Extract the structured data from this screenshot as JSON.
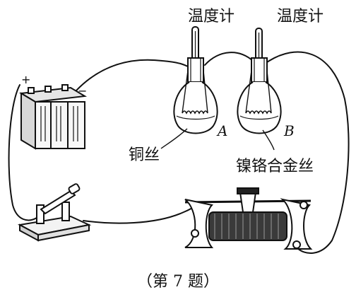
{
  "figure": {
    "labels": {
      "thermometer_left": "温度计",
      "thermometer_right": "温度计",
      "flask_a_letter": "A",
      "flask_b_letter": "B",
      "copper_wire": "铜丝",
      "nichrome_wire": "镍铬合金丝",
      "battery_plus": "+",
      "battery_minus": "−"
    },
    "caption": "（第 7 题）"
  }
}
